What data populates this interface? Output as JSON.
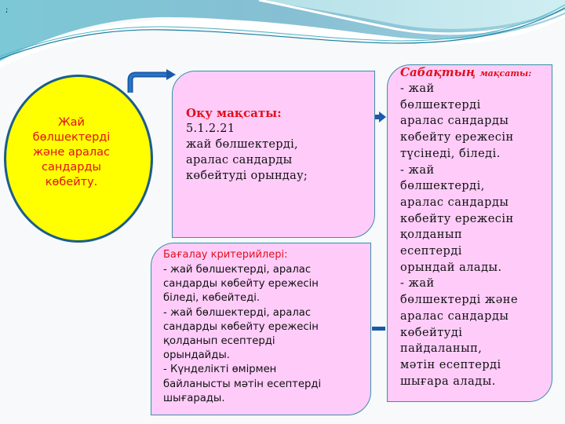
{
  "slide": {
    "corner_mark": ";",
    "colors": {
      "circle_fill": "#ffff00",
      "circle_border": "#1a5e8a",
      "box_fill": "#ffccfa",
      "box_border": "#3a8fa8",
      "heading_red": "#e0101a",
      "arrow_blue": "#1a5aa8",
      "wave_teal": "#6fc3d3"
    }
  },
  "topic_circle": {
    "text": "Жай\nбөлшектерді\n  және аралас\n  сандарды\n  көбейту."
  },
  "learning_objective": {
    "title": "Оқу мақсаты:",
    "body": "5.1.2.21\nжай бөлшектерді,\nаралас сандарды\nкөбейтуді орындау;"
  },
  "assessment_criteria": {
    "title": "Бағалау критерийлері:",
    "body": "- жай бөлшектерді, аралас\nсандарды көбейту ережесін\n білeді, көбейтеді.\n- жай  бөлшектерді, аралас\nсандарды көбейту ережесін\nқолданып есептерді\nорындайды.\n- Күнделікті өмірмен\nбайланысты мәтін есептерді\n шығарады."
  },
  "lesson_goal": {
    "title_main": "Сабақтың",
    "title_small": "мақсаты:",
    "body": "- жай\nбөлшектерді\nаралас сандарды\nкөбейту ережесін\nтүсінеді, біледі.\n- жай\nбөлшектерді,\nаралас сандарды\nкөбейту  ережесін\nқолданып\nесептерді\nорындай алады.\n- жай\nбөлшектерді және\nаралас сандарды\nкөбейтуді\nпайдаланып,\nмәтін есептерді\nшығара алады."
  }
}
